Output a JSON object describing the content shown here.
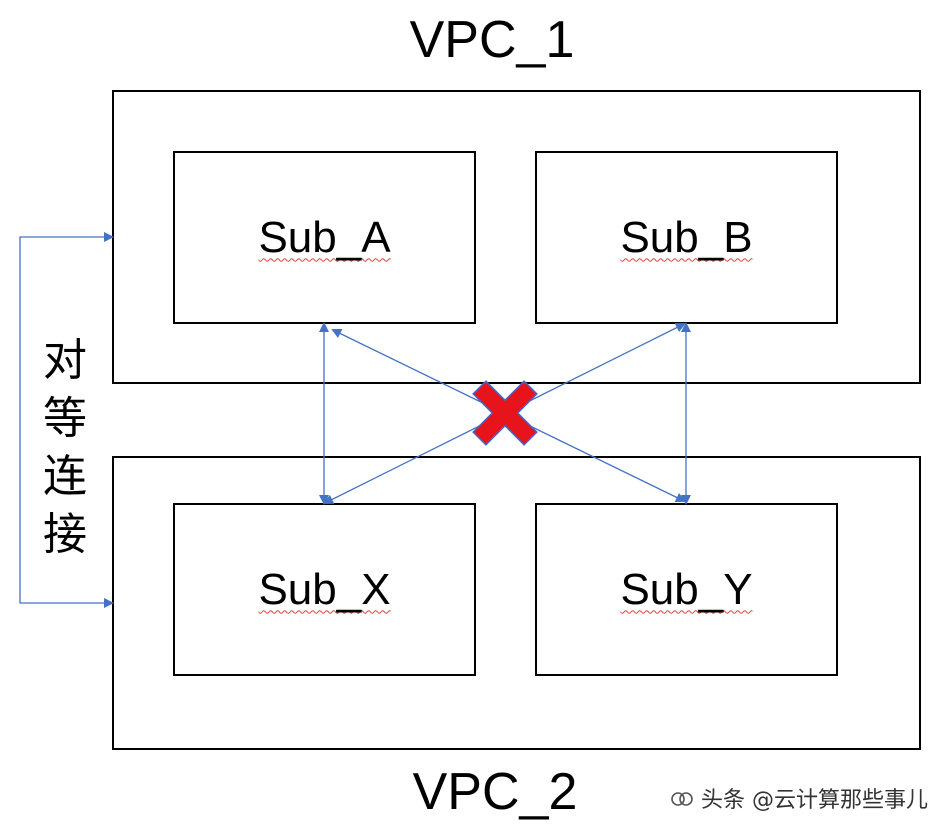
{
  "vpcs": {
    "top": {
      "title": "VPC_1"
    },
    "bottom": {
      "title": "VPC_2"
    }
  },
  "subnets": {
    "a": "Sub_A",
    "b": "Sub_B",
    "x": "Sub_X",
    "y": "Sub_Y"
  },
  "peering": {
    "label_chars": [
      "对",
      "等",
      "连",
      "接"
    ]
  },
  "links": [
    {
      "from": "Sub_A",
      "to": "Sub_X",
      "style": "double-arrow",
      "allowed": true
    },
    {
      "from": "Sub_B",
      "to": "Sub_Y",
      "style": "double-arrow",
      "allowed": true
    },
    {
      "from": "Sub_A",
      "to": "Sub_Y",
      "style": "double-arrow",
      "allowed": false
    },
    {
      "from": "Sub_B",
      "to": "Sub_X",
      "style": "double-arrow",
      "allowed": false
    }
  ],
  "blocked_marker": {
    "icon": "red-x-cross-icon",
    "color": "#e8141b",
    "outline": "#4a63c8"
  },
  "colors": {
    "arrow": "#4472c4",
    "box_border": "#000000",
    "spellcheck_underline": "#d94040"
  },
  "watermark": {
    "text": "头条 @云计算那些事儿",
    "icon": "watermark-logo-icon"
  }
}
